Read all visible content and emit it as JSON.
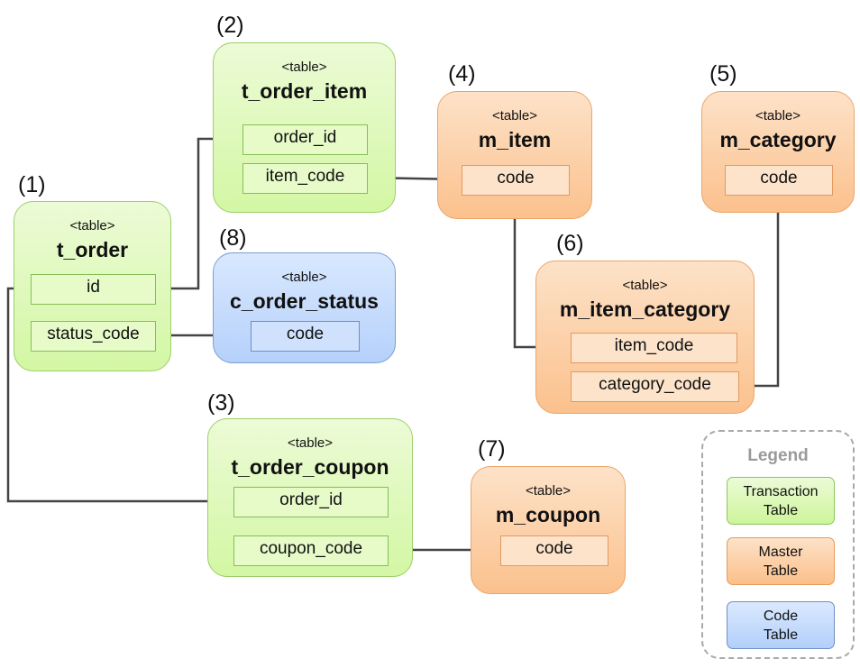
{
  "colors": {
    "transaction": "#d3f7a4",
    "master": "#fbc18d",
    "code": "#b5d1fb",
    "connector": "#444444"
  },
  "tables": {
    "t_order": {
      "number": "(1)",
      "stereotype": "<table>",
      "name": "t_order",
      "fields": [
        "id",
        "status_code"
      ],
      "kind": "transaction"
    },
    "t_order_item": {
      "number": "(2)",
      "stereotype": "<table>",
      "name": "t_order_item",
      "fields": [
        "order_id",
        "item_code"
      ],
      "kind": "transaction"
    },
    "t_order_coupon": {
      "number": "(3)",
      "stereotype": "<table>",
      "name": "t_order_coupon",
      "fields": [
        "order_id",
        "coupon_code"
      ],
      "kind": "transaction"
    },
    "m_item": {
      "number": "(4)",
      "stereotype": "<table>",
      "name": "m_item",
      "fields": [
        "code"
      ],
      "kind": "master"
    },
    "m_category": {
      "number": "(5)",
      "stereotype": "<table>",
      "name": "m_category",
      "fields": [
        "code"
      ],
      "kind": "master"
    },
    "m_item_category": {
      "number": "(6)",
      "stereotype": "<table>",
      "name": "m_item_category",
      "fields": [
        "item_code",
        "category_code"
      ],
      "kind": "master"
    },
    "m_coupon": {
      "number": "(7)",
      "stereotype": "<table>",
      "name": "m_coupon",
      "fields": [
        "code"
      ],
      "kind": "master"
    },
    "c_order_status": {
      "number": "(8)",
      "stereotype": "<table>",
      "name": "c_order_status",
      "fields": [
        "code"
      ],
      "kind": "code"
    }
  },
  "relations": [
    {
      "from": "t_order.id",
      "to": "t_order_item.order_id"
    },
    {
      "from": "t_order.id",
      "to": "t_order_coupon.order_id"
    },
    {
      "from": "t_order.status_code",
      "to": "c_order_status.code"
    },
    {
      "from": "t_order_item.item_code",
      "to": "m_item.code"
    },
    {
      "from": "m_item.code",
      "to": "m_item_category.item_code"
    },
    {
      "from": "m_item_category.category_code",
      "to": "m_category.code"
    },
    {
      "from": "t_order_coupon.coupon_code",
      "to": "m_coupon.code"
    }
  ],
  "legend": {
    "title": "Legend",
    "items": [
      {
        "label": "Transaction\nTable",
        "kind": "transaction"
      },
      {
        "label": "Master\nTable",
        "kind": "master"
      },
      {
        "label": "Code\nTable",
        "kind": "code"
      }
    ]
  }
}
